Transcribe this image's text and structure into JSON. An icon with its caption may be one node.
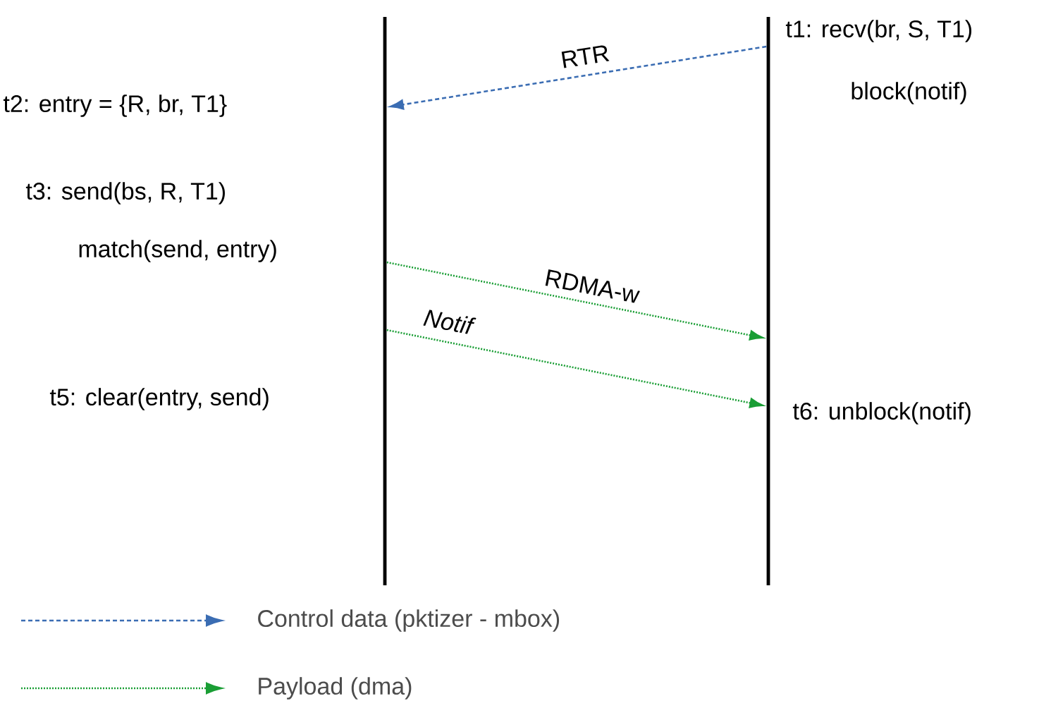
{
  "diagram": {
    "nodes": [
      {
        "text": [],
        "shape": "bar"
      },
      {
        "text": [],
        "shape": "bar"
      }
    ],
    "edges": [
      {
        "from": 1,
        "to": 0,
        "arrow": "to",
        "label": "RTR",
        "style": "dashed",
        "color": "#3b6db3"
      },
      {
        "from": 0,
        "to": 1,
        "arrow": "to",
        "label": "RDMA-w",
        "color": "#1a9e35"
      },
      {
        "from": 0,
        "to": 1,
        "arrow": "to",
        "label": "Notif",
        "color": "#1a9e35"
      }
    ],
    "labels": [
      "t1: recv(br, S, T1)",
      "block(notif)",
      "t2: entry = {R, br, T1}",
      "t3: send(bs, R, T1)",
      "match(send, entry)",
      "t5: clear(entry, send)",
      "t6: unblock(notif)"
    ],
    "legend": [
      {
        "text": "Control data (pktizer - mbox)"
      },
      {
        "text": "Payload (dma)"
      }
    ]
  }
}
